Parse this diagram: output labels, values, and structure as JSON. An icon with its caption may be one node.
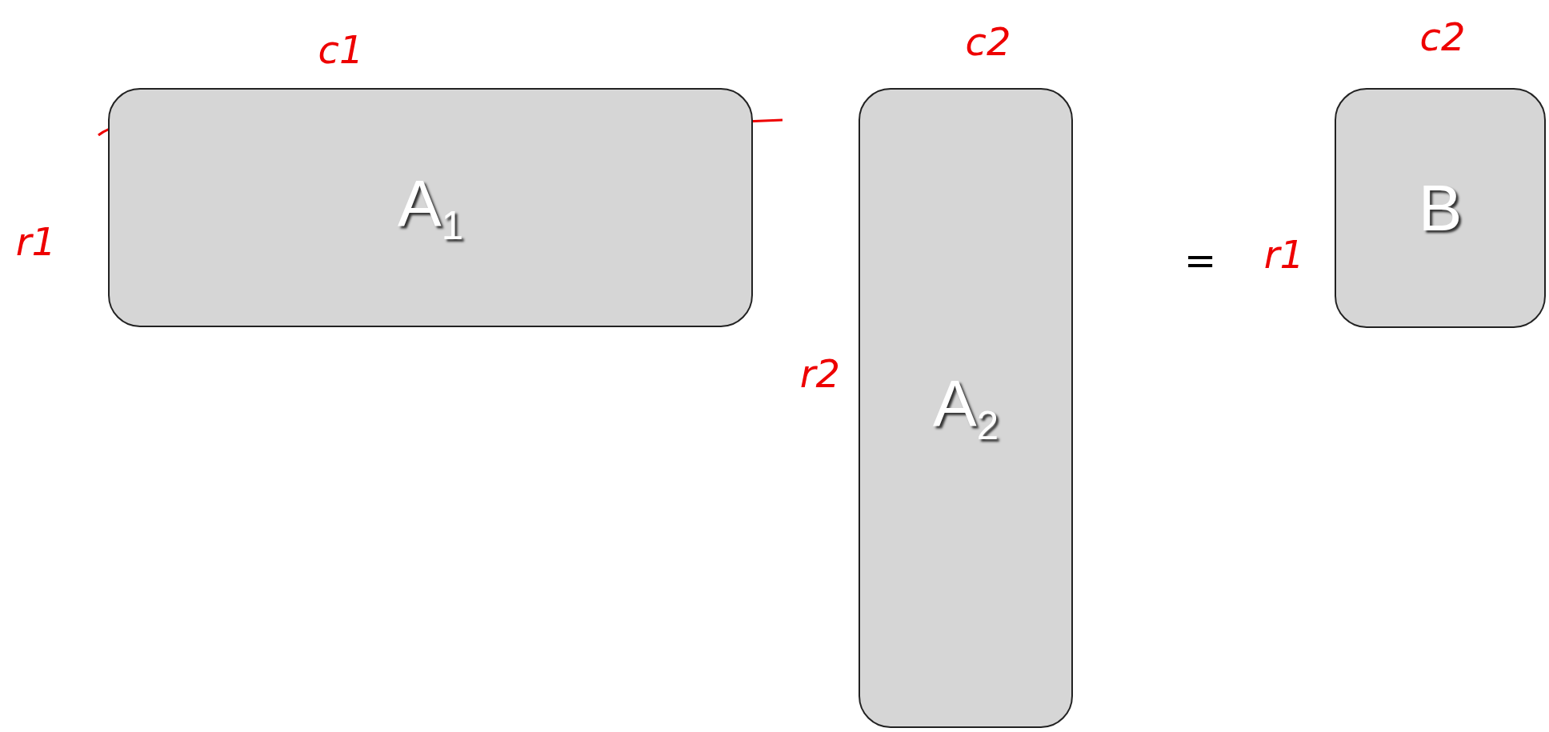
{
  "diagram": {
    "nodes": [
      {
        "text": [
          "A$_{1}$"
        ]
      },
      {
        "text": [
          "A$_{2}$"
        ]
      },
      {
        "text": [
          "B"
        ]
      }
    ],
    "labels": [
      "c1",
      "c2",
      "c2",
      "r1",
      "=",
      "r1",
      "r2"
    ]
  }
}
